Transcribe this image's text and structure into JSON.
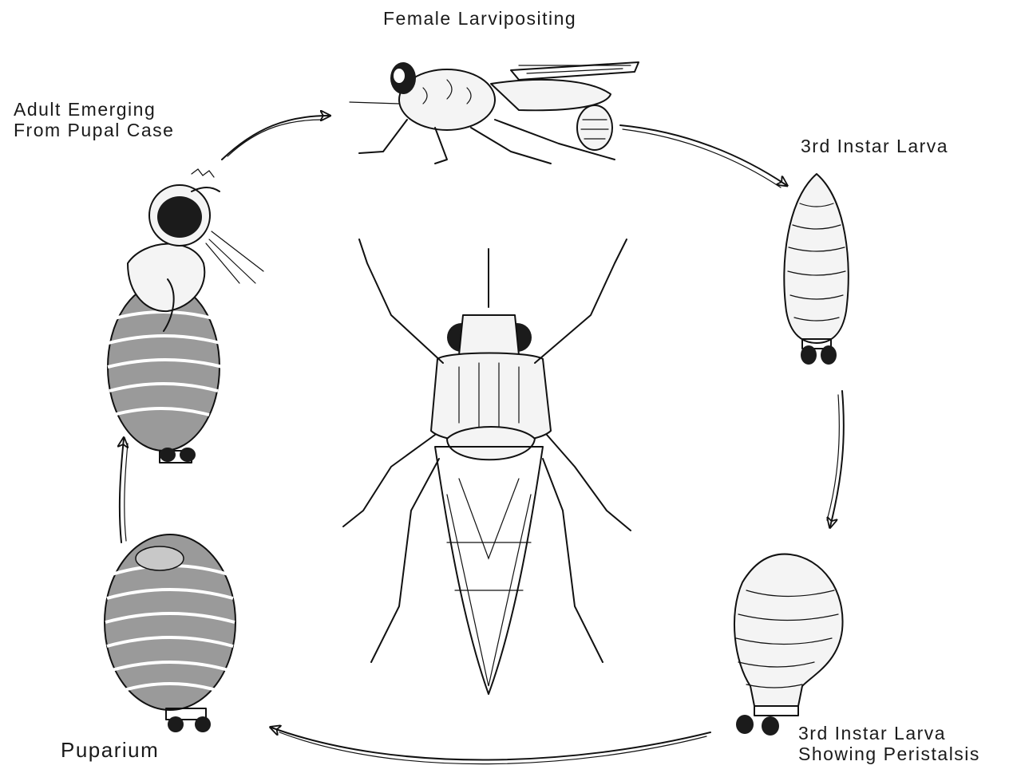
{
  "labels": {
    "female": "Female Larvipositing",
    "third_instar": "3rd Instar Larva",
    "peristalsis_line1": "3rd Instar Larva",
    "peristalsis_line2": "Showing Peristalsis",
    "puparium": "Puparium",
    "adult_line1": "Adult Emerging",
    "adult_line2": "From Pupal Case"
  },
  "colors": {
    "ink": "#111111",
    "background": "#ffffff"
  }
}
